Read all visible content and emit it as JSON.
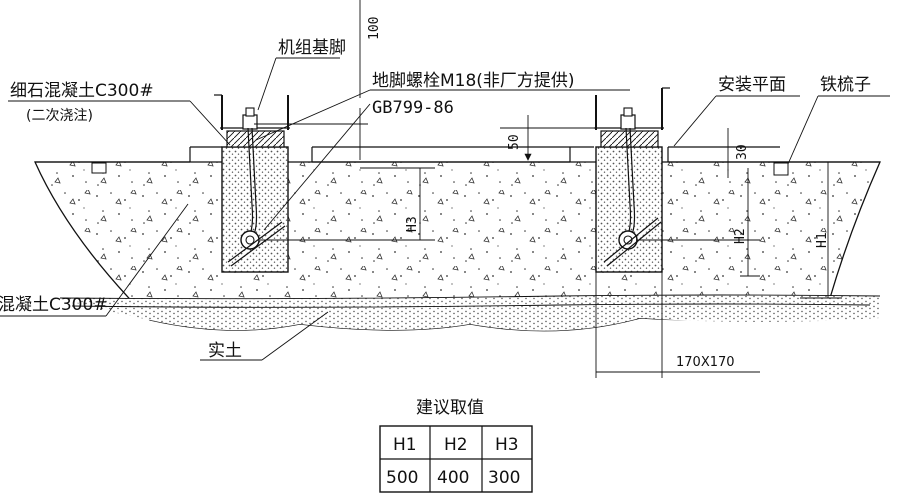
{
  "labels": {
    "fine_concrete": "细石混凝土C300#",
    "secondary_pour": "(二次浇注)",
    "unit_foot": "机组基脚",
    "anchor_bolt": "地脚螺栓M18(非厂方提供)",
    "gb_standard": "GB799-86",
    "install_plane": "安装平面",
    "iron_shim": "铁梳子",
    "concrete_bottom": "混凝土C300#",
    "solid_soil": "实土"
  },
  "dimensions": {
    "d100": "100",
    "d50": "50",
    "d30": "30",
    "h1": "H1",
    "h2": "H2",
    "h3": "H3",
    "pocket": "170X170"
  },
  "table": {
    "title": "建议取值",
    "headers": [
      "H1",
      "H2",
      "H3"
    ],
    "values": [
      "500",
      "400",
      "300"
    ]
  }
}
